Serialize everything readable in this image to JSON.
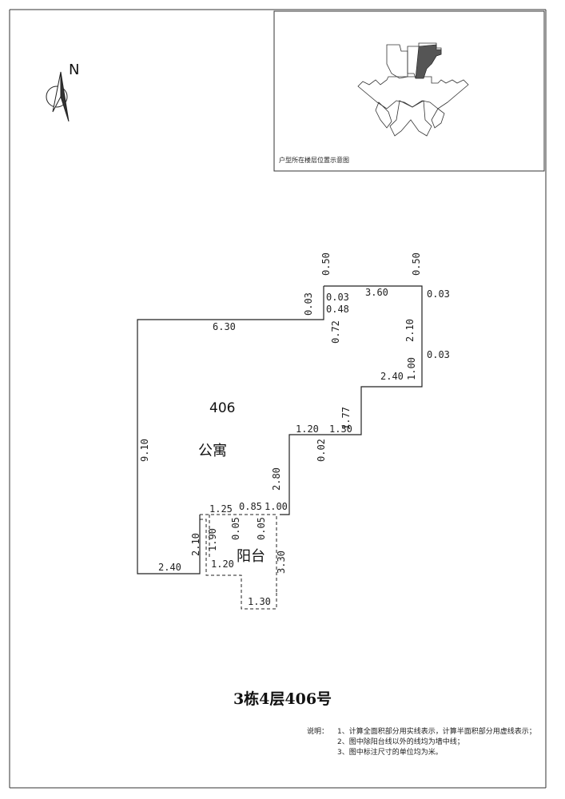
{
  "north_label": "N",
  "location_caption": "户型所在楼层位置示意图",
  "unit_number": "406",
  "unit_type": "公寓",
  "balcony_label": "阳台",
  "sheet_title": "3栋4层406号",
  "notes": {
    "head": "说明：",
    "lines": [
      "1、计算全面积部分用实线表示，计算半面积部分用虚线表示；",
      "2、图中除阳台线以外的线均为墙中线；",
      "3、图中标注尺寸的单位均为米。"
    ]
  },
  "dimensions": {
    "top_notch_left": "0.50",
    "top_notch_right": "0.50",
    "top_width": "3.60",
    "right_offset_top": "0.03",
    "notch_0_03": "0.03",
    "notch_0_48": "0.48",
    "left_jog": "0.03",
    "main_width": "6.30",
    "notch_0_72": "0.72",
    "right_height": "2.10",
    "right_offset_mid": "0.03",
    "step_1_00": "1.00",
    "step_2_40": "2.40",
    "step_1_77": "1.77",
    "step_1_30": "1.30",
    "step_1_20": "1.20",
    "step_0_02": "0.02",
    "left_height": "9.10",
    "step_2_80": "2.80",
    "bottom_1_00": "1.00",
    "bottom_0_85": "0.85",
    "bottom_1_25": "1.25",
    "wall_0_05_a": "0.05",
    "wall_0_05_b": "0.05",
    "side_2_10": "2.10",
    "side_1_90": "1.90",
    "bottom_2_40": "2.40",
    "bottom_1_20": "1.20",
    "balcony_3_30": "3.30",
    "balcony_1_30": "1.30"
  }
}
